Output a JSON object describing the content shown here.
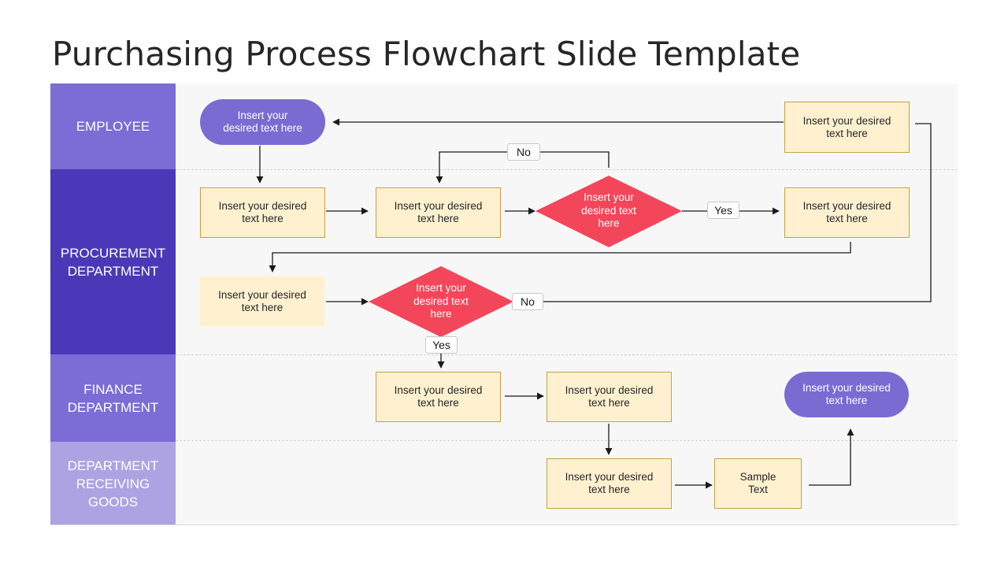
{
  "slide": {
    "title": "Purchasing Process Flowchart Slide Template"
  },
  "lanes": [
    {
      "label": "EMPLOYEE",
      "color": "#7b6cd6"
    },
    {
      "label": "PROCUREMENT\nDEPARTMENT",
      "color": "#4b38b8"
    },
    {
      "label": "FINANCE\nDEPARTMENT",
      "color": "#7b6cd6"
    },
    {
      "label": "DEPARTMENT\nRECEIVING\nGOODS",
      "color": "#ada3e3"
    }
  ],
  "nodes": {
    "employee_start": "Insert your\ndesired text here",
    "employee_notify": "Insert your desired\ntext here",
    "proc_step1": "Insert your desired\ntext here",
    "proc_step2": "Insert your desired\ntext here",
    "proc_decision1": "Insert your\ndesired text\nhere",
    "proc_step3": "Insert your desired\ntext here",
    "proc_step4": "Insert your desired\ntext here",
    "proc_decision2": "Insert your\ndesired text\nhere",
    "fin_step1": "Insert your desired\ntext here",
    "fin_step2": "Insert your desired\ntext here",
    "fin_end": "Insert your desired\ntext here",
    "recv_step1": "Insert your desired\ntext here",
    "recv_step2": "Sample\nText"
  },
  "labels": {
    "no_top": "No",
    "yes_right": "Yes",
    "no_right": "No",
    "yes_down": "Yes"
  },
  "colors": {
    "process_fill": "#fff1d0",
    "process_border": "#c5a045",
    "terminator": "#7a6bd3",
    "decision": "#f4465a",
    "connector": "#1a1a1a"
  }
}
